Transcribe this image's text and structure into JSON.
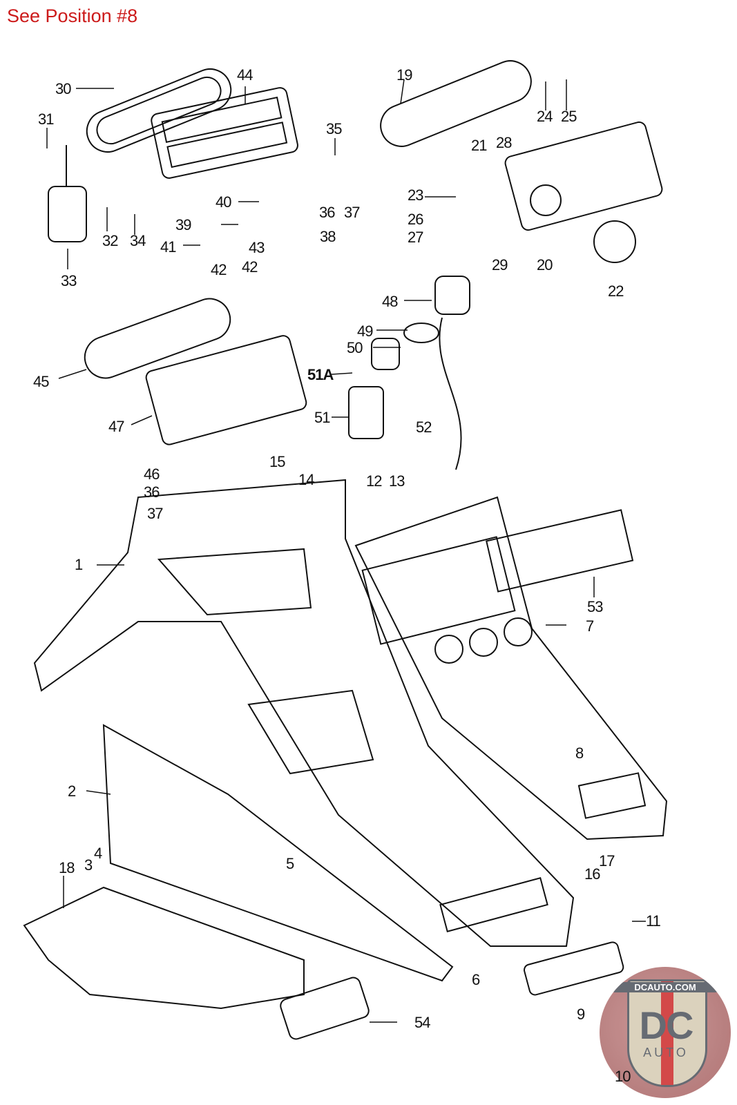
{
  "header": {
    "text": "See Position #8"
  },
  "logo": {
    "top_text": "DCAUTO.COM",
    "monogram": "DC",
    "sub_text": "AUTO"
  },
  "colors": {
    "header": "#cc1a1a",
    "line": "#111111"
  },
  "labels": {
    "l1": "1",
    "l2": "2",
    "l3": "3",
    "l4": "4",
    "l5": "5",
    "l6": "6",
    "l7": "7",
    "l8": "8",
    "l9": "9",
    "l10": "10",
    "l11": "11",
    "l12": "12",
    "l13": "13",
    "l14": "14",
    "l15": "15",
    "l16": "16",
    "l17": "17",
    "l18": "18",
    "l19": "19",
    "l20": "20",
    "l21": "21",
    "l22": "22",
    "l23": "23",
    "l24": "24",
    "l25": "25",
    "l26": "26",
    "l27": "27",
    "l28": "28",
    "l29": "29",
    "l30": "30",
    "l31": "31",
    "l32": "32",
    "l33": "33",
    "l34": "34",
    "l35": "35",
    "l36a": "36",
    "l36b": "36",
    "l37a": "37",
    "l37b": "37",
    "l38": "38",
    "l39": "39",
    "l40": "40",
    "l41": "41",
    "l42a": "42",
    "l42b": "42",
    "l43": "43",
    "l44": "44",
    "l45": "45",
    "l46": "46",
    "l47": "47",
    "l48": "48",
    "l49": "49",
    "l50": "50",
    "l51": "51",
    "l51a": "51A",
    "l52": "52",
    "l53": "53",
    "l54": "54"
  }
}
